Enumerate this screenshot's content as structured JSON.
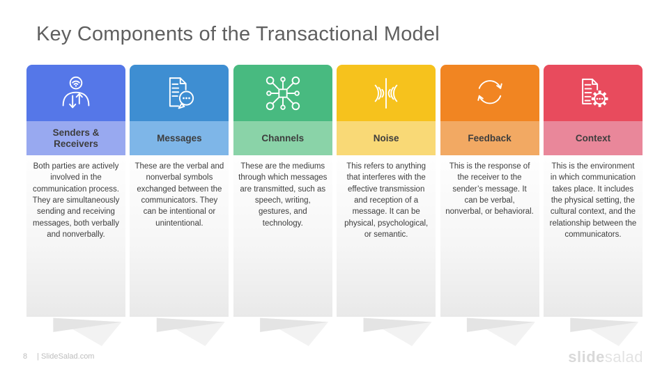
{
  "slide": {
    "title": "Key Components of the Transactional Model",
    "page_number": "8",
    "brand_footer": "| SlideSalad.com",
    "logo": {
      "bold": "slide",
      "light": "salad"
    }
  },
  "colors": {
    "title_text": "#5f5f5f",
    "label_text": "#3d3d3d",
    "body_text": "#3c3c3c",
    "ribbon_light": "#f2f2f2",
    "ribbon_dark": "#e4e4e4",
    "footer_text": "#bdbdbd",
    "logo_bold": "#d9d9d9",
    "logo_light": "#e3e3e3"
  },
  "columns": [
    {
      "label": "Senders & Receivers",
      "icon": "person-broadcast-arrows-icon",
      "header_color": "#5577E8",
      "band_color": "#98A9F0",
      "body": "Both parties are actively involved in the communication process. They are simultaneously sending and receiving messages, both verbally and nonverbally."
    },
    {
      "label": "Messages",
      "icon": "document-chat-icon",
      "header_color": "#3E8ED2",
      "band_color": "#7EB6E8",
      "body": "These are the verbal and nonverbal symbols exchanged between the communicators. They can be intentional or unintentional."
    },
    {
      "label": "Channels",
      "icon": "network-hub-icon",
      "header_color": "#48BA80",
      "band_color": "#8AD3A8",
      "body": "These are the mediums through which messages are transmitted, such as speech, writing, gestures, and technology."
    },
    {
      "label": "Noise",
      "icon": "sound-interference-icon",
      "header_color": "#F6C21D",
      "band_color": "#F9D976",
      "body": "This refers to anything that interferes with the effective transmission and reception of a message. It can be physical, psychological, or semantic."
    },
    {
      "label": "Feedback",
      "icon": "cycle-arrows-icon",
      "header_color": "#F18522",
      "band_color": "#F2A963",
      "body": "This is the response of the receiver to the sender’s message. It can be verbal, nonverbal, or behavioral."
    },
    {
      "label": "Context",
      "icon": "document-gear-icon",
      "header_color": "#E84B5D",
      "band_color": "#E9879A",
      "body": "This is the environment in which communication takes place. It includes the physical setting, the cultural context, and the relationship between the communicators."
    }
  ]
}
